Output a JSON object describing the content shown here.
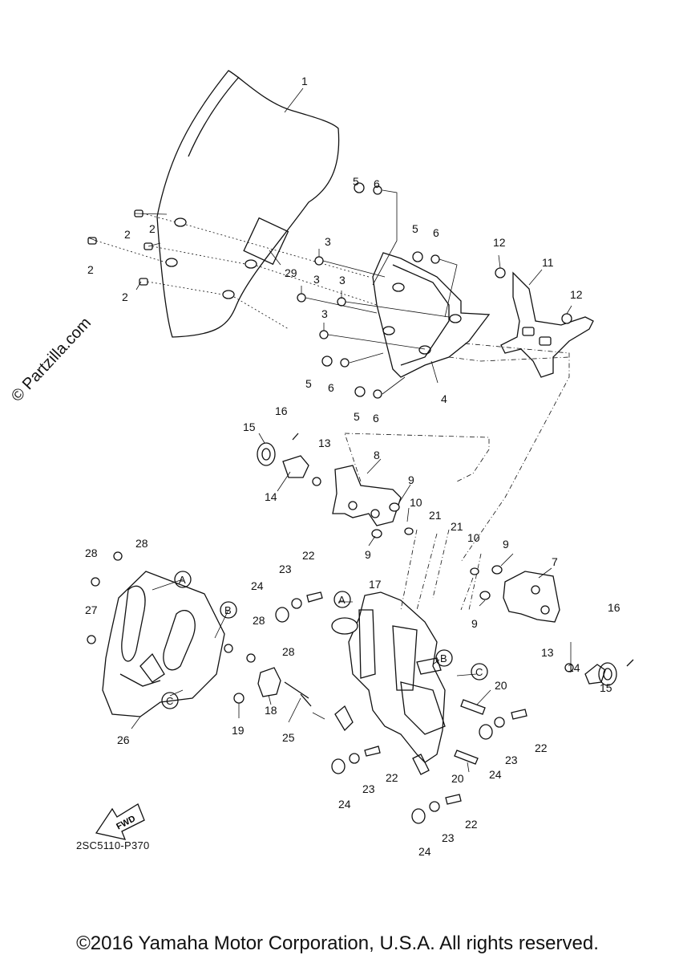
{
  "watermark": "© Partzilla.com",
  "diagram_code": "2SC5110-P370",
  "copyright": "©2016 Yamaha Motor Corporation, U.S.A. All rights reserved.",
  "fwd_label": "FWD",
  "ring_labels": [
    "A",
    "B",
    "C",
    "A",
    "B",
    "C"
  ],
  "callouts": [
    "1",
    "2",
    "2",
    "2",
    "2",
    "29",
    "3",
    "3",
    "3",
    "3",
    "5",
    "6",
    "5",
    "6",
    "5",
    "6",
    "5",
    "6",
    "4",
    "12",
    "11",
    "12",
    "16",
    "15",
    "13",
    "14",
    "8",
    "9",
    "10",
    "9",
    "21",
    "21",
    "10",
    "9",
    "7",
    "9",
    "16",
    "13",
    "14",
    "15",
    "28",
    "28",
    "27",
    "28",
    "28",
    "22",
    "23",
    "24",
    "17",
    "20",
    "26",
    "19",
    "18",
    "25",
    "23",
    "22",
    "24",
    "20",
    "24",
    "23",
    "22",
    "24",
    "23",
    "22"
  ]
}
